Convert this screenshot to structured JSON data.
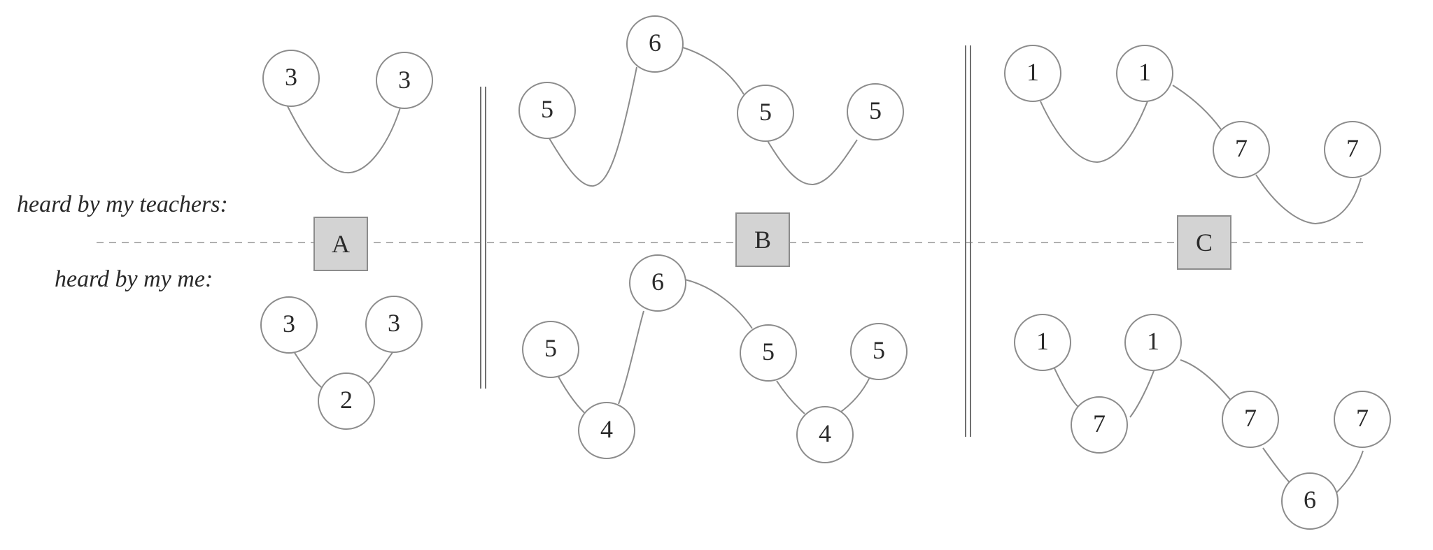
{
  "labels": {
    "teachers": "heard by my teachers:",
    "me": "heard by my me:"
  },
  "sections": [
    {
      "letter": "A",
      "teachers": [
        "3",
        "3"
      ],
      "me": [
        "3",
        "2",
        "3"
      ]
    },
    {
      "letter": "B",
      "teachers": [
        "5",
        "6",
        "5",
        "5"
      ],
      "me": [
        "5",
        "4",
        "6",
        "5",
        "4",
        "5"
      ]
    },
    {
      "letter": "C",
      "teachers": [
        "1",
        "1",
        "7",
        "7"
      ],
      "me": [
        "1",
        "7",
        "1",
        "7",
        "6",
        "7"
      ]
    }
  ]
}
